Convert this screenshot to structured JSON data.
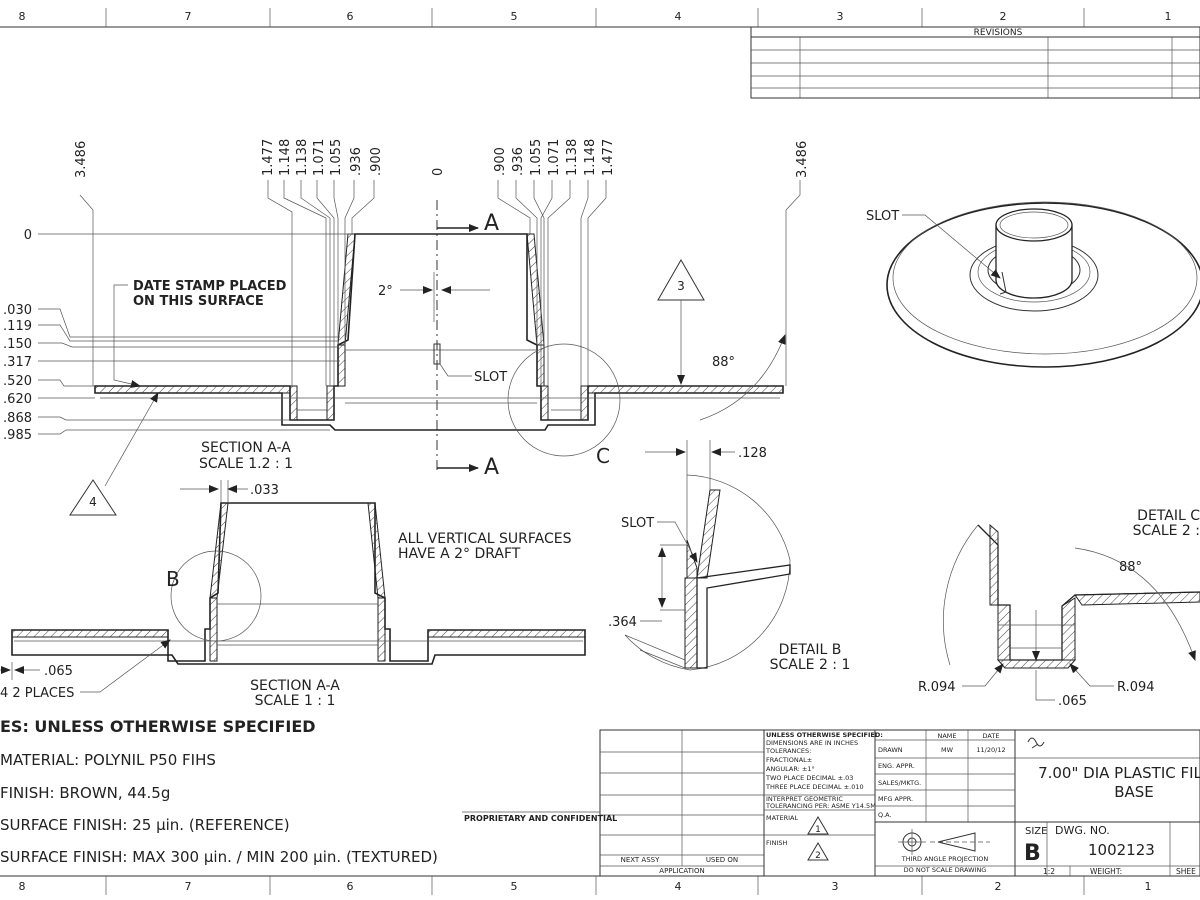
{
  "border": {
    "zones_top": [
      "8",
      "7",
      "6",
      "5",
      "4",
      "3",
      "2",
      "1"
    ],
    "zones_bottom": [
      "8",
      "7",
      "6",
      "5",
      "4",
      "3",
      "2",
      "1"
    ]
  },
  "revisions": {
    "title": "REVISIONS"
  },
  "section_view": {
    "dims_left_top": [
      "1.477",
      "1.148",
      "1.138",
      "1.071",
      "1.055",
      ".936",
      ".900"
    ],
    "dims_right_top": [
      ".900",
      ".936",
      "1.055",
      "1.071",
      "1.138",
      "1.148",
      "1.477"
    ],
    "dim_center": "0",
    "dim_outer_left": "3.486",
    "dim_outer_right": "3.486",
    "dims_left_vertical": [
      "0",
      ".030",
      ".119",
      ".150",
      ".317",
      ".520",
      ".620",
      ".868",
      ".985"
    ],
    "date_stamp": [
      "DATE STAMP PLACED",
      "ON THIS SURFACE"
    ],
    "draft_angle": "2°",
    "slot": "SLOT",
    "section_letter": "A",
    "triangle_3": "3",
    "triangle_4": "4",
    "angle_88": "88°",
    "detail_c_letter": "C",
    "title": [
      "SECTION A-A",
      "SCALE 1.2 : 1"
    ]
  },
  "section_view_2": {
    "dim_033": ".033",
    "dim_065": ".065",
    "dim_places": "4 2 PLACES",
    "b_letter": "B",
    "draft_note": [
      "ALL VERTICAL SURFACES",
      "HAVE A 2° DRAFT"
    ],
    "title": [
      "SECTION A-A",
      "SCALE 1 : 1"
    ]
  },
  "detail_b": {
    "dim_128": ".128",
    "slot": "SLOT",
    "dim_364": ".364",
    "title": [
      "DETAIL B",
      "SCALE 2 : 1"
    ]
  },
  "detail_c": {
    "title": [
      "DETAIL C",
      "SCALE 2 :"
    ],
    "angle": "88°",
    "r_left": "R.094",
    "r_right": "R.094",
    "dim_065": ".065"
  },
  "iso_view": {
    "slot": "SLOT"
  },
  "notes": {
    "heading": "ES: UNLESS OTHERWISE SPECIFIED",
    "items": [
      "MATERIAL: POLYNIL P50 FIHS",
      "FINISH:    BROWN, 44.5g",
      "SURFACE FINISH: 25 µin. (REFERENCE)",
      "SURFACE FINISH: MAX 300 µin. / MIN 200 µin. (TEXTURED)"
    ]
  },
  "title_block": {
    "proprietary": "PROPRIETARY AND CONFIDENTIAL",
    "next_assy": "NEXT ASSY",
    "used_on": "USED ON",
    "application": "APPLICATION",
    "tolerance_lines": [
      "UNLESS OTHERWISE SPECIFIED:",
      "DIMENSIONS ARE IN INCHES",
      "TOLERANCES:",
      "FRACTIONAL±",
      "ANGULAR: ±1°",
      "TWO PLACE DECIMAL   ±.03",
      "THREE PLACE DECIMAL  ±.010"
    ],
    "interpret": [
      "INTERPRET GEOMETRIC",
      "TOLERANCING PER: ASME Y14.5M"
    ],
    "material": "MATERIAL",
    "finish": "FINISH",
    "tri1": "1",
    "tri2": "2",
    "hdr_name": "NAME",
    "hdr_date": "DATE",
    "drawn": "DRAWN",
    "drawn_name": "MW",
    "drawn_date": "11/20/12",
    "eng_appr": "ENG. APPR.",
    "sales_mktg": "SALES/MKTG.",
    "mfg_appr": "MFG APPR.",
    "qa": "Q.A.",
    "projection": "THIRD ANGLE PROJECTION",
    "do_not_scale": "DO NOT SCALE DRAWING",
    "title_lines": [
      "7.00\" DIA PLASTIC FIL",
      "BASE"
    ],
    "size_label": "SIZE",
    "size": "B",
    "dwg_no_label": "DWG.  NO.",
    "dwg_no": "1002123",
    "scale": "1:2",
    "weight": "WEIGHT:",
    "sheet": "SHEE"
  }
}
